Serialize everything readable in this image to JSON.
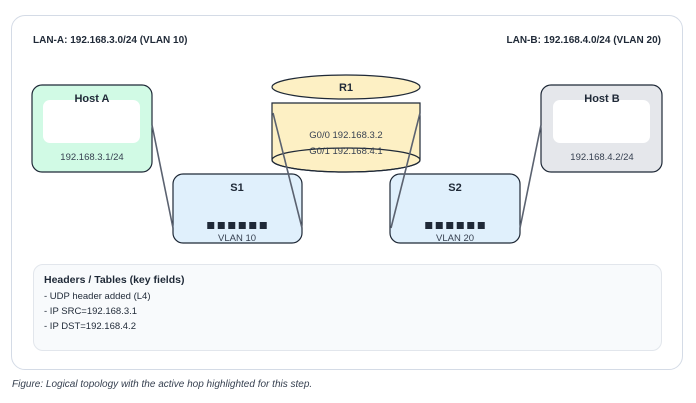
{
  "diagram": {
    "lan_a_label": "LAN-A: 192.168.3.0/24 (VLAN 10)",
    "lan_b_label": "LAN-B: 192.168.4.0/24 (VLAN 20)",
    "nodes": {
      "host_a": {
        "title": "Host A",
        "ip": "192.168.3.1/24",
        "fill": "#d1fae5"
      },
      "host_b": {
        "title": "Host B",
        "ip": "192.168.4.2/24",
        "fill": "#e5e7eb"
      },
      "router": {
        "title": "R1",
        "interfaces": [
          "G0/0 192.168.3.2",
          "G0/1 192.168.4.1"
        ],
        "fill": "#fdf0c4"
      },
      "switch_1": {
        "title": "S1",
        "vlan": "VLAN 10",
        "ports": 6,
        "fill": "#e0f0fc"
      },
      "switch_2": {
        "title": "S2",
        "vlan": "VLAN 20",
        "ports": 6,
        "fill": "#e0f0fc"
      }
    },
    "links": [
      {
        "from": "Host A",
        "to": "S1"
      },
      {
        "from": "R1",
        "to": "S1"
      },
      {
        "from": "R1",
        "to": "S2"
      },
      {
        "from": "Host B",
        "to": "S2"
      }
    ],
    "colors": {
      "stroke": "#1f2937",
      "link": "#5b6270",
      "port": "#1f2937"
    }
  },
  "headers": {
    "title": "Headers / Tables (key fields)",
    "lines": [
      "- UDP header added (L4)",
      "- IP SRC=192.168.3.1",
      "- IP DST=192.168.4.2"
    ]
  },
  "caption": "Figure: Logical topology with the active hop highlighted for this step."
}
